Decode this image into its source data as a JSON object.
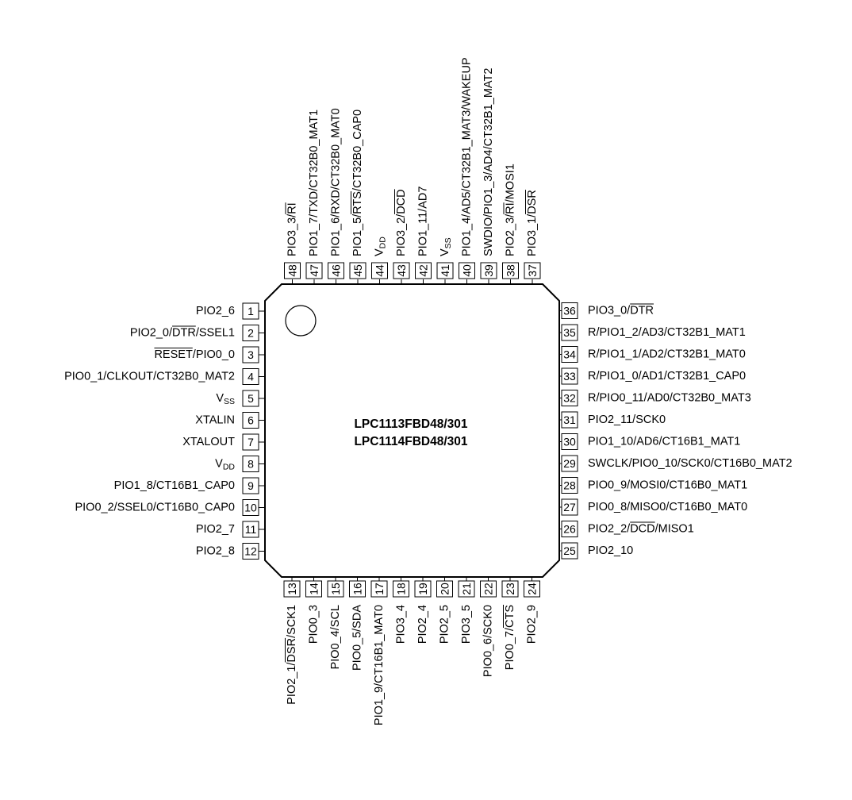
{
  "part_numbers": [
    "LPC1113FBD48/301",
    "LPC1114FBD48/301"
  ],
  "pins": {
    "left": [
      {
        "num": "1",
        "label": "PIO2_6"
      },
      {
        "num": "2",
        "label": "PIO2_0/DTR/SSEL1",
        "overline": "DTR"
      },
      {
        "num": "3",
        "label": "RESET/PIO0_0",
        "overline": "RESET"
      },
      {
        "num": "4",
        "label": "PIO0_1/CLKOUT/CT32B0_MAT2"
      },
      {
        "num": "5",
        "label": "V",
        "sub": "SS"
      },
      {
        "num": "6",
        "label": "XTALIN"
      },
      {
        "num": "7",
        "label": "XTALOUT"
      },
      {
        "num": "8",
        "label": "V",
        "sub": "DD"
      },
      {
        "num": "9",
        "label": "PIO1_8/CT16B1_CAP0"
      },
      {
        "num": "10",
        "label": "PIO0_2/SSEL0/CT16B0_CAP0"
      },
      {
        "num": "11",
        "label": "PIO2_7"
      },
      {
        "num": "12",
        "label": "PIO2_8"
      }
    ],
    "bottom": [
      {
        "num": "13",
        "label": "PIO2_1/DSR/SCK1",
        "overline": "DSR"
      },
      {
        "num": "14",
        "label": "PIO0_3"
      },
      {
        "num": "15",
        "label": "PIO0_4/SCL"
      },
      {
        "num": "16",
        "label": "PIO0_5/SDA"
      },
      {
        "num": "17",
        "label": "PIO1_9/CT16B1_MAT0"
      },
      {
        "num": "18",
        "label": "PIO3_4"
      },
      {
        "num": "19",
        "label": "PIO2_4"
      },
      {
        "num": "20",
        "label": "PIO2_5"
      },
      {
        "num": "21",
        "label": "PIO3_5"
      },
      {
        "num": "22",
        "label": "PIO0_6/SCK0"
      },
      {
        "num": "23",
        "label": "PIO0_7/CTS",
        "overline": "CTS"
      },
      {
        "num": "24",
        "label": "PIO2_9"
      }
    ],
    "right": [
      {
        "num": "25",
        "label": "PIO2_10"
      },
      {
        "num": "26",
        "label": "PIO2_2/DCD/MISO1",
        "overline": "DCD"
      },
      {
        "num": "27",
        "label": "PIO0_8/MISO0/CT16B0_MAT0"
      },
      {
        "num": "28",
        "label": "PIO0_9/MOSI0/CT16B0_MAT1"
      },
      {
        "num": "29",
        "label": "SWCLK/PIO0_10/SCK0/CT16B0_MAT2"
      },
      {
        "num": "30",
        "label": "PIO1_10/AD6/CT16B1_MAT1"
      },
      {
        "num": "31",
        "label": "PIO2_11/SCK0"
      },
      {
        "num": "32",
        "label": "R/PIO0_11/AD0/CT32B0_MAT3"
      },
      {
        "num": "33",
        "label": "R/PIO1_0/AD1/CT32B1_CAP0"
      },
      {
        "num": "34",
        "label": "R/PIO1_1/AD2/CT32B1_MAT0"
      },
      {
        "num": "35",
        "label": "R/PIO1_2/AD3/CT32B1_MAT1"
      },
      {
        "num": "36",
        "label": "PIO3_0/DTR",
        "overline": "DTR"
      }
    ],
    "top": [
      {
        "num": "37",
        "label": "PIO3_1/DSR",
        "overline": "DSR"
      },
      {
        "num": "38",
        "label": "PIO2_3/RI/MOSI1",
        "overline": "RI"
      },
      {
        "num": "39",
        "label": "SWDIO/PIO1_3/AD4/CT32B1_MAT2"
      },
      {
        "num": "40",
        "label": "PIO1_4/AD5/CT32B1_MAT3/WAKEUP"
      },
      {
        "num": "41",
        "label": "V",
        "sub": "SS"
      },
      {
        "num": "42",
        "label": "PIO1_11/AD7"
      },
      {
        "num": "43",
        "label": "PIO3_2/DCD",
        "overline": "DCD"
      },
      {
        "num": "44",
        "label": "V",
        "sub": "DD"
      },
      {
        "num": "45",
        "label": "PIO1_5/RTS/CT32B0_CAP0",
        "overline": "RTS"
      },
      {
        "num": "46",
        "label": "PIO1_6/RXD/CT32B0_MAT0"
      },
      {
        "num": "47",
        "label": "PIO1_7/TXD/CT32B0_MAT1"
      },
      {
        "num": "48",
        "label": "PIO3_3/RI",
        "overline": "RI"
      }
    ]
  }
}
